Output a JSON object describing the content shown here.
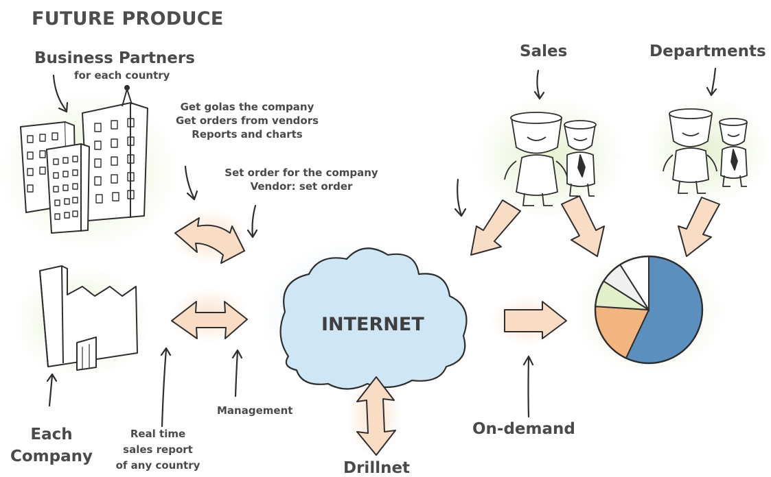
{
  "title": "FUTURE PRODUCE",
  "business_partners": {
    "label": "Business Partners",
    "sublabel": "for each country"
  },
  "partner_actions": [
    "Get golas the company",
    "Get orders from vendors",
    "Reports and charts"
  ],
  "order_actions": [
    "Set order for the company",
    "Vendor: set order"
  ],
  "sales_label": "Sales",
  "departments_label": "Departments",
  "cloud_label": "INTERNET",
  "each_company": [
    "Each",
    "Company"
  ],
  "realtime_report": [
    "Real time",
    "sales report",
    "of any country"
  ],
  "management_label": "Management",
  "drillnet_label": "Drillnet",
  "on_demand_label": "On-demand",
  "pie": {
    "values": [
      57,
      19,
      8,
      7,
      9
    ],
    "colors": [
      "#5b8fbe",
      "#f3b57f",
      "#e3efcb",
      "#f0f0f0",
      "#ffffff"
    ]
  },
  "colors": {
    "arrow_fill": "#f8dcc4",
    "cloud_fill": "#cfe7f4",
    "glow_green": "#e4f0cf",
    "glow_orange": "#fbe2cf"
  }
}
